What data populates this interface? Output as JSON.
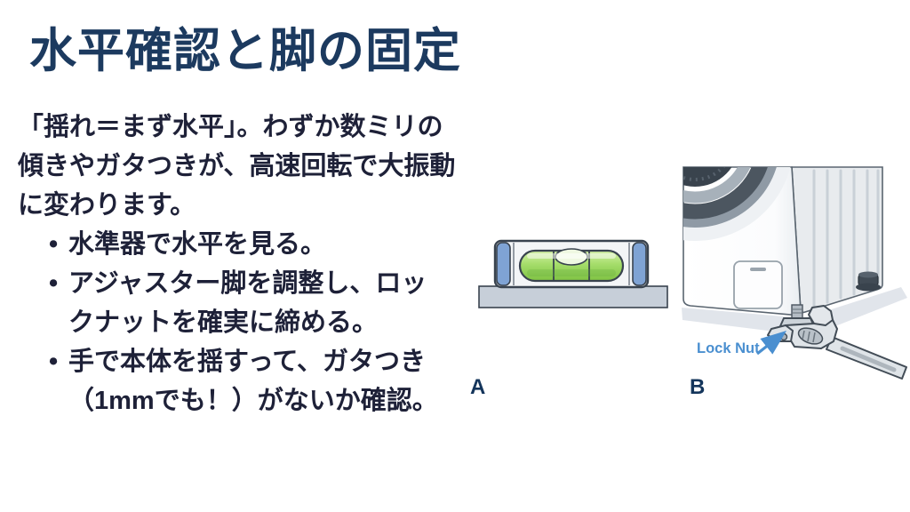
{
  "slide": {
    "title": "水平確認と脚の固定",
    "intro": "「揺れ＝まず水平」。わずか数ミリの傾きやガタつきが、高速回転で大振動に変わります。",
    "bullets": [
      "水準器で水平を見る。",
      "アジャスター脚を調整し、ロックナットを確実に締める。",
      "手で本体を揺すって、ガタつき（1mmでも！）がないか確認。"
    ],
    "figures": [
      {
        "label": "A",
        "subject": "spirit-level-on-surface"
      },
      {
        "label": "B",
        "subject": "washing-machine-adjustable-foot",
        "annotation": "Lock Nut"
      }
    ],
    "colors": {
      "title": "#1c3a5f",
      "body_text": "#1e2138",
      "figure_label": "#14355b",
      "annotation_blue": "#4a8fd0",
      "vial_green": "#a5dd6a",
      "cap_blue": "#7fa3d4"
    }
  }
}
